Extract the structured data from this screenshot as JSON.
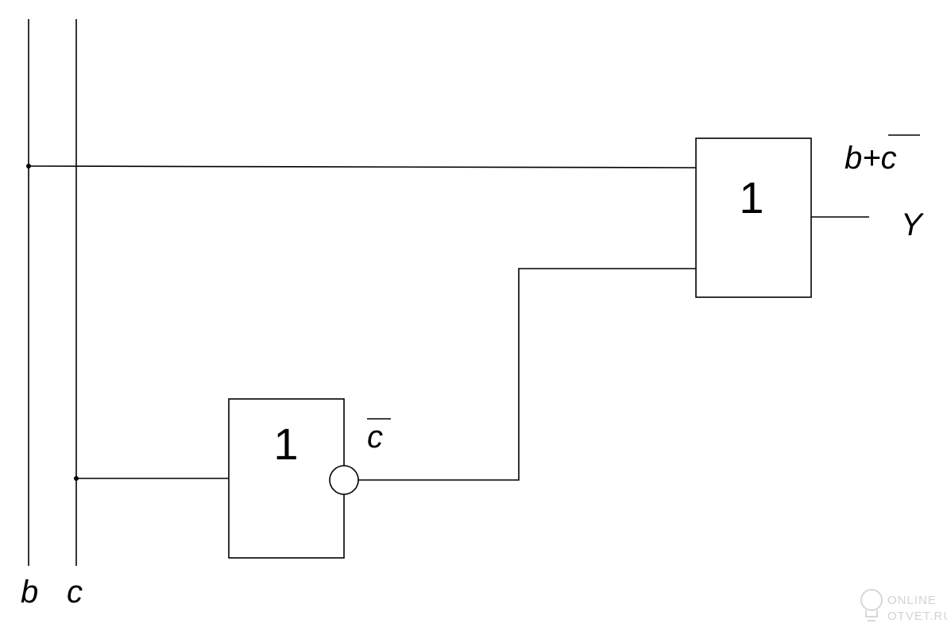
{
  "inputs": {
    "b": "b",
    "c": "c"
  },
  "gates": {
    "not_gate": {
      "symbol": "1"
    },
    "or_gate": {
      "symbol": "1"
    }
  },
  "labels": {
    "not_output_var": "c",
    "or_output_expr_left": "b+",
    "or_output_expr_var": "c",
    "output": "Y"
  },
  "watermark": {
    "line1": "ONLINE",
    "line2": "OTVET.RU"
  }
}
